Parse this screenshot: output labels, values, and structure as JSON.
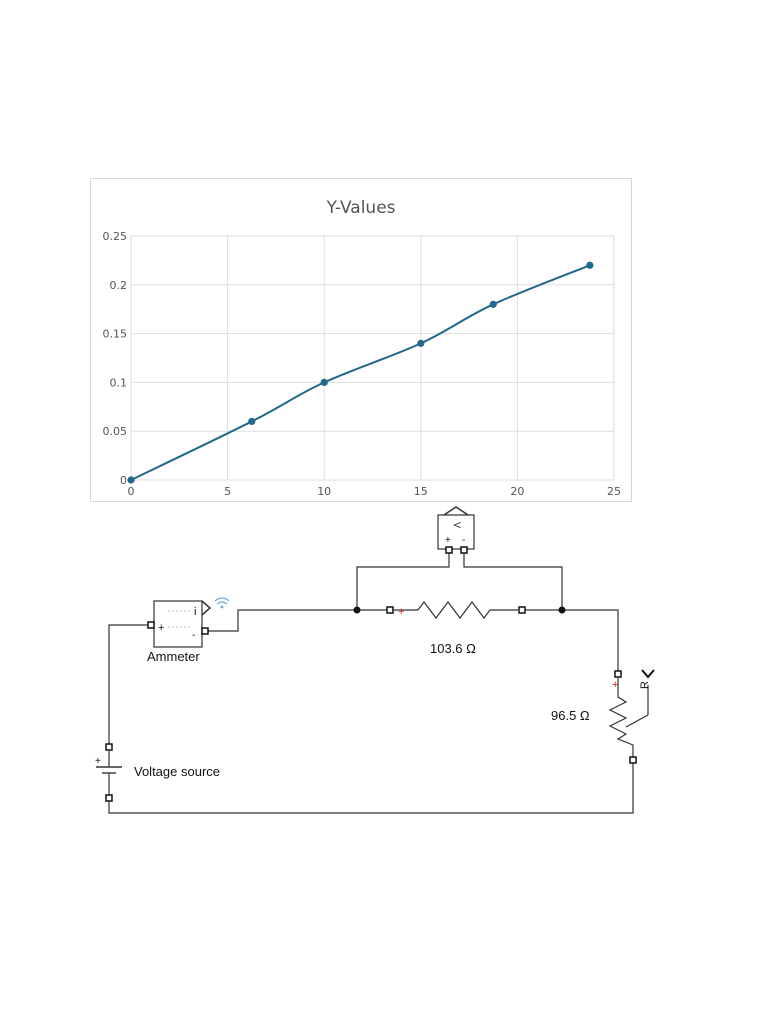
{
  "chart_data": {
    "type": "line",
    "title": "Y-Values",
    "x": [
      0,
      6.25,
      10,
      15,
      18.75,
      23.75
    ],
    "series": [
      {
        "values": [
          0,
          0.06,
          0.1,
          0.14,
          0.18,
          0.22
        ],
        "color": "#20688c"
      }
    ],
    "xlim": [
      0,
      25
    ],
    "ylim": [
      0,
      0.25
    ],
    "xticks": [
      0,
      5,
      10,
      15,
      20,
      25
    ],
    "xtick_labels": [
      "0",
      "5",
      "10",
      "15",
      "20",
      "25"
    ],
    "yticks": [
      0,
      0.05,
      0.1,
      0.15,
      0.2,
      0.25
    ],
    "ytick_labels": [
      "0",
      "0.05",
      "0.1",
      "0.15",
      "0.2",
      "0.25"
    ],
    "grid": true,
    "smooth": true
  },
  "circuit": {
    "ammeter_label": "Ammeter",
    "ammeter_port_i": "i",
    "ammeter_plus": "+",
    "ammeter_minus": "-",
    "voltmeter_symbol": "V",
    "voltmeter_plus": "+",
    "voltmeter_minus": "-",
    "resistor_label": "103.6 Ω",
    "variable_resistor_label": "96.5 Ω",
    "variable_resistor_port": "R",
    "source_label": "Voltage source",
    "source_plus": "+",
    "wire_color": "#333333",
    "polarity_color": "#d22222",
    "signal_icon": "wifi-icon"
  }
}
